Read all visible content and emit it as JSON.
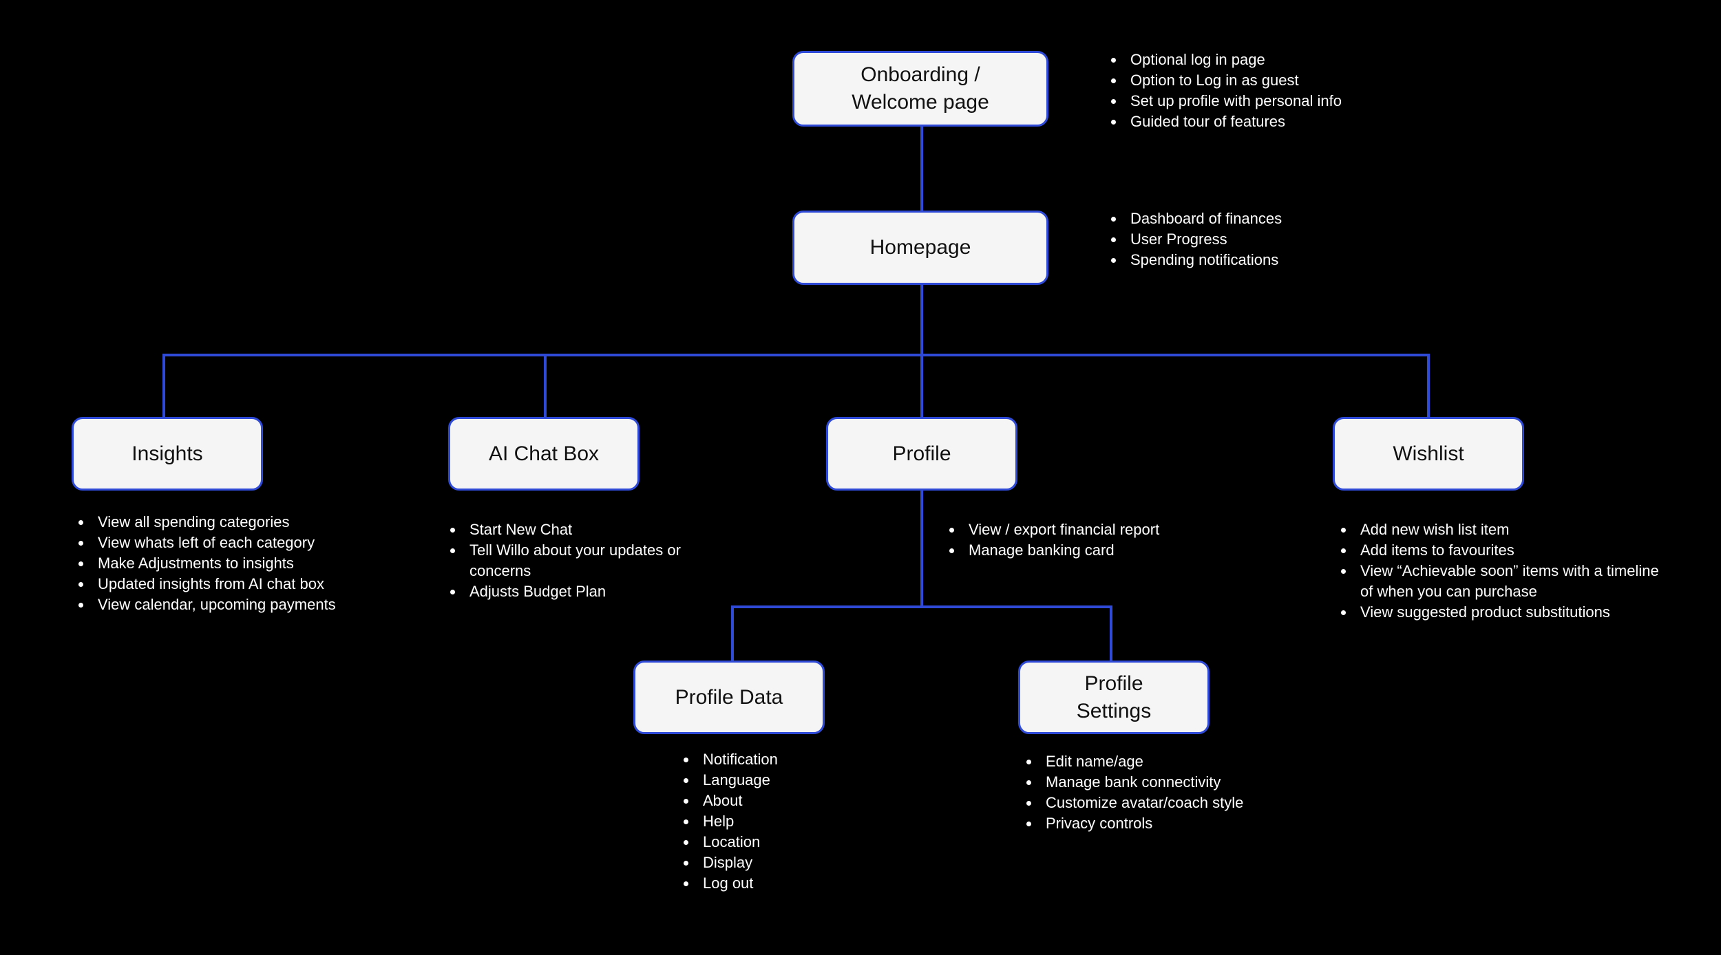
{
  "theme": {
    "background": "#000000",
    "node_fill": "#f5f5f5",
    "node_border": "#2e4ad6",
    "connector": "#2e4ad6",
    "text_light": "#ffffff",
    "text_dark": "#111111"
  },
  "nodes": {
    "onboarding": {
      "lines": [
        "Onboarding /",
        "Welcome page"
      ]
    },
    "homepage": {
      "lines": [
        "Homepage"
      ]
    },
    "insights": {
      "lines": [
        "Insights"
      ]
    },
    "ai_chat_box": {
      "lines": [
        "AI Chat Box"
      ]
    },
    "profile": {
      "lines": [
        "Profile"
      ]
    },
    "wishlist": {
      "lines": [
        "Wishlist"
      ]
    },
    "profile_data": {
      "lines": [
        "Profile Data"
      ]
    },
    "profile_settings": {
      "lines": [
        "Profile",
        "Settings"
      ]
    }
  },
  "notes": {
    "onboarding": [
      "Optional log in page",
      "Option to Log in as guest",
      "Set up profile with personal info",
      "Guided tour of features"
    ],
    "homepage": [
      "Dashboard of finances",
      "User Progress",
      "Spending notifications"
    ],
    "insights": [
      "View all spending categories",
      "View whats left of each category",
      "Make Adjustments to insights",
      "Updated insights from AI chat box",
      "View calendar, upcoming payments"
    ],
    "ai_chat_box": [
      "Start New Chat",
      "Tell Willo about your updates or concerns",
      "Adjusts Budget Plan"
    ],
    "profile": [
      "View / export financial report",
      "Manage banking card"
    ],
    "wishlist": [
      "Add new wish list item",
      "Add items to favourites",
      "View “Achievable soon” items with a timeline of when you can purchase",
      "View suggested product substitutions"
    ],
    "profile_data": [
      "Notification",
      "Language",
      "About",
      "Help",
      "Location",
      "Display",
      "Log out"
    ],
    "profile_settings": [
      "Edit name/age",
      "Manage bank connectivity",
      "Customize avatar/coach style",
      "Privacy controls"
    ]
  }
}
